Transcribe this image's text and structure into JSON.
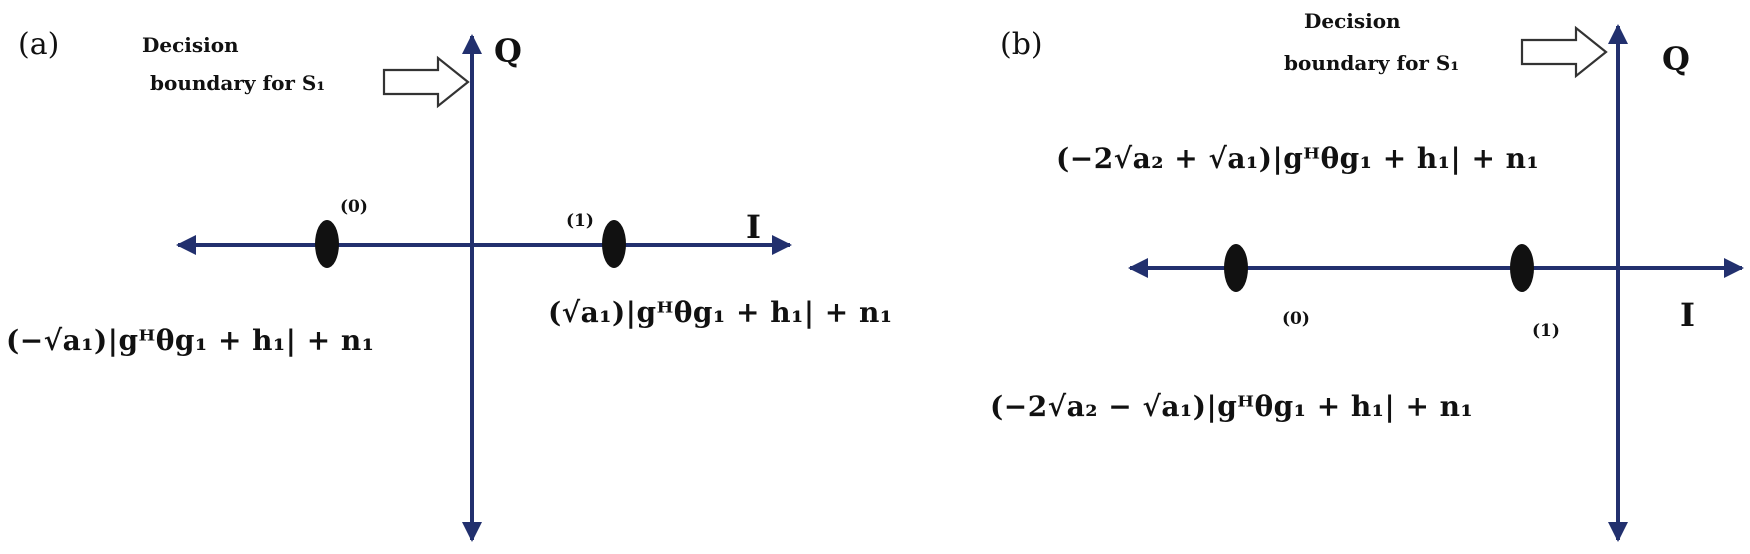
{
  "panel_a": {
    "label": "(a)",
    "axis_q": "Q",
    "axis_i": "I",
    "boundary_line1": "Decision",
    "boundary_line2": "boundary for S₁",
    "point0_label": "(0)",
    "point1_label": "(1)",
    "eq_left": "(−√a₁)|gᴴθg₁ + h₁| + n₁",
    "eq_right": "(√a₁)|gᴴθg₁ + h₁| + n₁"
  },
  "panel_b": {
    "label": "(b)",
    "axis_q": "Q",
    "axis_i": "I",
    "boundary_line1": "Decision",
    "boundary_line2": "boundary for S₁",
    "point0_label": "(0)",
    "point1_label": "(1)",
    "eq_top": "(−2√a₂ + √a₁)|gᴴθg₁ + h₁| + n₁",
    "eq_bottom": "(−2√a₂ − √a₁)|gᴴθg₁ + h₁| + n₁"
  },
  "colors": {
    "axis": "#22306e",
    "point": "#111111",
    "arrow_outline": "#333333"
  }
}
